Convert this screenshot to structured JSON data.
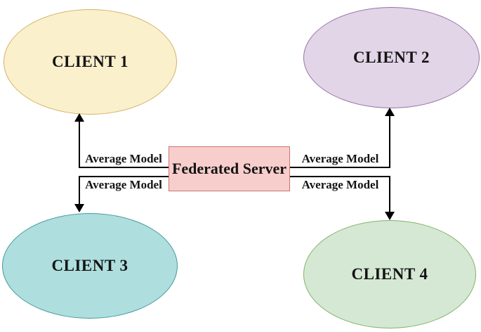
{
  "diagram": {
    "background": "#ffffff",
    "line_color": "#000000",
    "text_color": "#141414",
    "nodes": {
      "client1": {
        "label": "CLIENT 1",
        "shape": "ellipse",
        "fill": "#faf0cc",
        "border": "#d2b36a"
      },
      "client2": {
        "label": "CLIENT 2",
        "shape": "ellipse",
        "fill": "#e1d5e7",
        "border": "#9673a6"
      },
      "client3": {
        "label": "CLIENT 3",
        "shape": "ellipse",
        "fill": "#aedede",
        "border": "#46989c"
      },
      "client4": {
        "label": "CLIENT 4",
        "shape": "ellipse",
        "fill": "#d5e8d4",
        "border": "#82b366"
      },
      "server": {
        "label": "Federated Server",
        "shape": "rectangle",
        "fill": "#f8cecc",
        "border": "#c97572"
      }
    },
    "edges": [
      {
        "from": "server",
        "to": "client1",
        "label": "Average Model",
        "arrow": "to"
      },
      {
        "from": "server",
        "to": "client2",
        "label": "Average Model",
        "arrow": "to"
      },
      {
        "from": "server",
        "to": "client3",
        "label": "Average Model",
        "arrow": "to"
      },
      {
        "from": "server",
        "to": "client4",
        "label": "Average Model",
        "arrow": "to"
      }
    ],
    "edge_labels": {
      "left_top": "Average Model",
      "left_bottom": "Average Model",
      "right_top": "Average Model",
      "right_bottom": "Average Model"
    }
  }
}
